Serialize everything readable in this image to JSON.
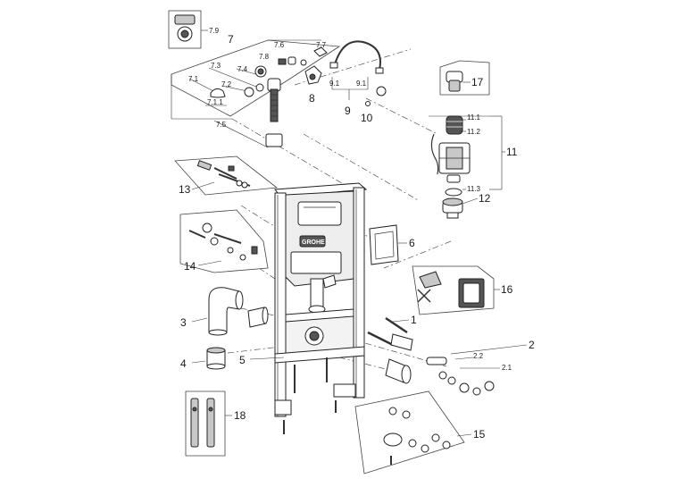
{
  "callouts": {
    "p1": "1",
    "p2": "2",
    "p2_1": "2.1",
    "p2_2": "2.2",
    "p3": "3",
    "p4": "4",
    "p5": "5",
    "p6": "6",
    "p7": "7",
    "p7_1": "7.1",
    "p7_1_1": "7.1.1",
    "p7_2": "7.2",
    "p7_3": "7.3",
    "p7_4": "7.4",
    "p7_5": "7.5",
    "p7_6": "7.6",
    "p7_7": "7.7",
    "p7_8": "7.8",
    "p7_9": "7.9",
    "p8": "8",
    "p9": "9",
    "p9_1a": "9.1",
    "p9_1b": "9.1",
    "p10": "10",
    "p11": "11",
    "p11_1": "11.1",
    "p11_2": "11.2",
    "p11_3": "11.3",
    "p12": "12",
    "p13": "13",
    "p14": "14",
    "p15": "15",
    "p16": "16",
    "p17": "17",
    "p18": "18"
  },
  "logo_text": "GROHE"
}
